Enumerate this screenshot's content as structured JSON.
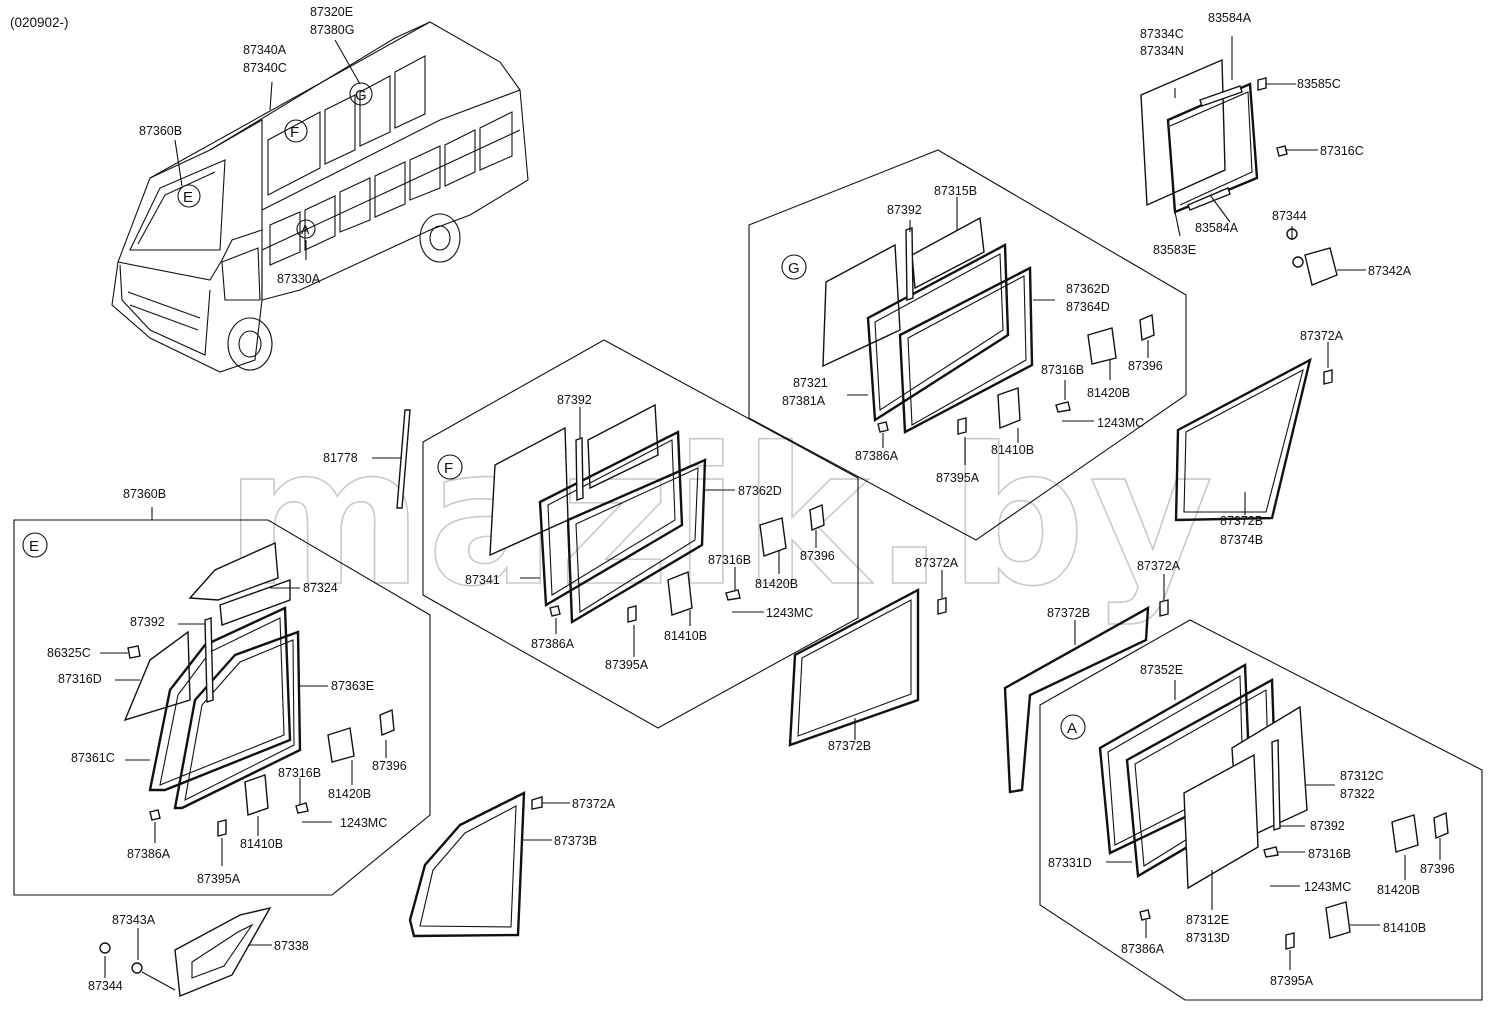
{
  "header": {
    "code": "(020902-)"
  },
  "watermark": "mazik.by",
  "callouts": {
    "e": "E",
    "f": "F",
    "g": "G",
    "a": "A"
  },
  "labels": {
    "l_87320E": "87320E",
    "l_87380G": "87380G",
    "l_87340A": "87340A",
    "l_87340C": "87340C",
    "l_87360B_top": "87360B",
    "l_87330A": "87330A",
    "l_87334C": "87334C",
    "l_87334N": "87334N",
    "l_83584A_top": "83584A",
    "l_83585C": "83585C",
    "l_87316C": "87316C",
    "l_83584A_bot": "83584A",
    "l_83583E": "83583E",
    "l_87344_right": "87344",
    "l_87342A": "87342A",
    "l_g_87315B": "87315B",
    "l_g_87392": "87392",
    "l_g_87362D": "87362D",
    "l_g_87364D": "87364D",
    "l_g_87396": "87396",
    "l_g_87316B": "87316B",
    "l_g_81420B": "81420B",
    "l_g_87321": "87321",
    "l_g_87381A": "87381A",
    "l_g_1243MC": "1243MC",
    "l_g_87386A": "87386A",
    "l_g_81410B": "81410B",
    "l_g_87395A": "87395A",
    "l_87372A_r1": "87372A",
    "l_87372B_r1": "87372B",
    "l_87374B": "87374B",
    "l_81778": "81778",
    "l_f_87392": "87392",
    "l_f_87362D": "87362D",
    "l_f_87316B": "87316B",
    "l_f_81420B": "81420B",
    "l_f_87396": "87396",
    "l_f_87341": "87341",
    "l_f_1243MC": "1243MC",
    "l_f_87386A": "87386A",
    "l_f_81410B": "81410B",
    "l_f_87395A": "87395A",
    "l_87372A_mid": "87372A",
    "l_87372B_mid": "87372B",
    "l_87372A_r2": "87372A",
    "l_87372B_r2": "87372B",
    "l_87360B_e": "87360B",
    "l_e_87324": "87324",
    "l_e_87392": "87392",
    "l_e_86325C": "86325C",
    "l_e_87316D": "87316D",
    "l_e_87363E": "87363E",
    "l_e_87396": "87396",
    "l_e_87361C": "87361C",
    "l_e_87316B": "87316B",
    "l_e_81420B": "81420B",
    "l_e_1243MC": "1243MC",
    "l_e_87386A": "87386A",
    "l_e_81410B": "81410B",
    "l_e_87395A": "87395A",
    "l_87372A_bot": "87372A",
    "l_87373B": "87373B",
    "l_87343A": "87343A",
    "l_87338": "87338",
    "l_87344_bot": "87344",
    "l_a_87352E": "87352E",
    "l_a_87312C": "87312C",
    "l_a_87322": "87322",
    "l_a_87392": "87392",
    "l_a_87316B": "87316B",
    "l_a_87331D": "87331D",
    "l_a_1243MC": "1243MC",
    "l_a_81420B": "81420B",
    "l_a_87396": "87396",
    "l_a_87312E": "87312E",
    "l_a_87313D": "87313D",
    "l_a_81410B": "81410B",
    "l_a_87386A": "87386A",
    "l_a_87395A": "87395A"
  }
}
